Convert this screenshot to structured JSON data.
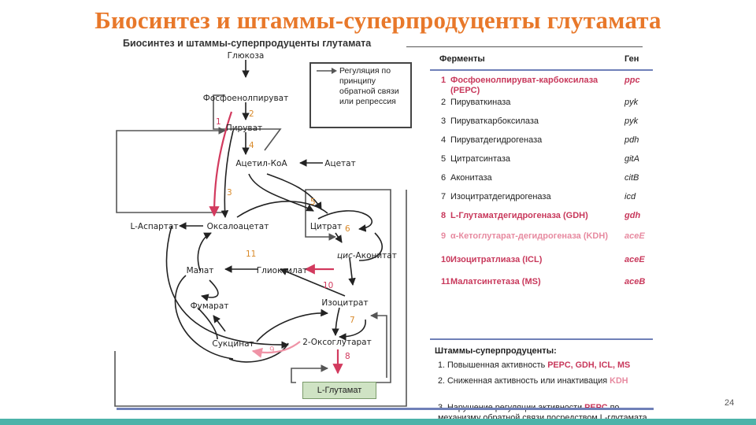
{
  "slide": {
    "title": "Биосинтез и штаммы-суперпродуценты глутамата",
    "page_number": "24",
    "colors": {
      "title": "#e8782a",
      "red_arrow": "#d23a5e",
      "pink_arrow": "#ef93a6",
      "rule": "#6f80b8",
      "teal": "#4cb3a9",
      "glutamate_box": "#cfe3c4"
    }
  },
  "figure": {
    "title": "Биосинтез и штаммы-суперпродуценты глутамата",
    "legend": "Регуляция по принципу обратной связи или репрессия",
    "nodes": {
      "glucose": "Глюкоза",
      "pep": "Фосфоенолпируват",
      "pyruvate": "Пируват",
      "acetyl_coa": "Ацетил-КоА",
      "acetate": "Ацетат",
      "aspartate": "L-Аспартат",
      "oxaloacetate": "Оксалоацетат",
      "citrate": "Цитрат",
      "cis_aconitate_prefix": "цис",
      "cis_aconitate_suffix": "-Аконитат",
      "malate": "Малат",
      "glyoxylate": "Глиоксилат",
      "isocitrate": "Изоцитрат",
      "fumarate": "Фумарат",
      "succinate": "Сукцинат",
      "oxoglutarate": "2-Оксоглутарат",
      "glutamate": "L-Глутамат"
    },
    "step_numbers": [
      "1",
      "2",
      "3",
      "4",
      "5",
      "6",
      "7",
      "8",
      "9",
      "10",
      "11"
    ]
  },
  "enzyme_table": {
    "header_enzymes": "Ферменты",
    "header_gene": "Ген",
    "rows": [
      {
        "num": "1",
        "name": "Фосфоенолпируват-карбоксилаза (PEPC)",
        "gene": "ppc",
        "style": "red"
      },
      {
        "num": "2",
        "name": "Пируваткиназа",
        "gene": "pyk",
        "style": "normal"
      },
      {
        "num": "3",
        "name": "Пируваткарбоксилаза",
        "gene": "pyk",
        "style": "normal"
      },
      {
        "num": "4",
        "name": "Пируватдегидрогеназа",
        "gene": "pdh",
        "style": "normal"
      },
      {
        "num": "5",
        "name": "Цитратсинтаза",
        "gene": "gitA",
        "style": "normal"
      },
      {
        "num": "6",
        "name": "Аконитаза",
        "gene": "citB",
        "style": "normal"
      },
      {
        "num": "7",
        "name": "Изоцитратдегидрогеназа",
        "gene": "icd",
        "style": "normal"
      },
      {
        "num": "8",
        "name": "L-Глутаматдегидрогеназа (GDH)",
        "gene": "gdh",
        "style": "red"
      },
      {
        "num": "9",
        "name": "α-Кетоглутарат-дегидрогеназа (KDH)",
        "gene": "aceE",
        "style": "pink"
      },
      {
        "num": "10",
        "name": "Изоцитратлиаза (ICL)",
        "gene": "aceE",
        "style": "red"
      },
      {
        "num": "11",
        "name": "Малатсинтетаза (MS)",
        "gene": "aceB",
        "style": "red"
      }
    ]
  },
  "strains": {
    "title": "Штаммы-суперпродуценты:",
    "item1_prefix": "1. Повышенная активность ",
    "item1_highlight": "PEPC, GDH, ICL, MS",
    "item2_prefix": "2. Сниженная активность или инактивация ",
    "item2_highlight": "KDH",
    "item3_prefix": "3. Нарушение регуляции активности ",
    "item3_highlight": "PEPC",
    "item3_suffix": " по механизму обратной связи посредством L-глутамата"
  }
}
